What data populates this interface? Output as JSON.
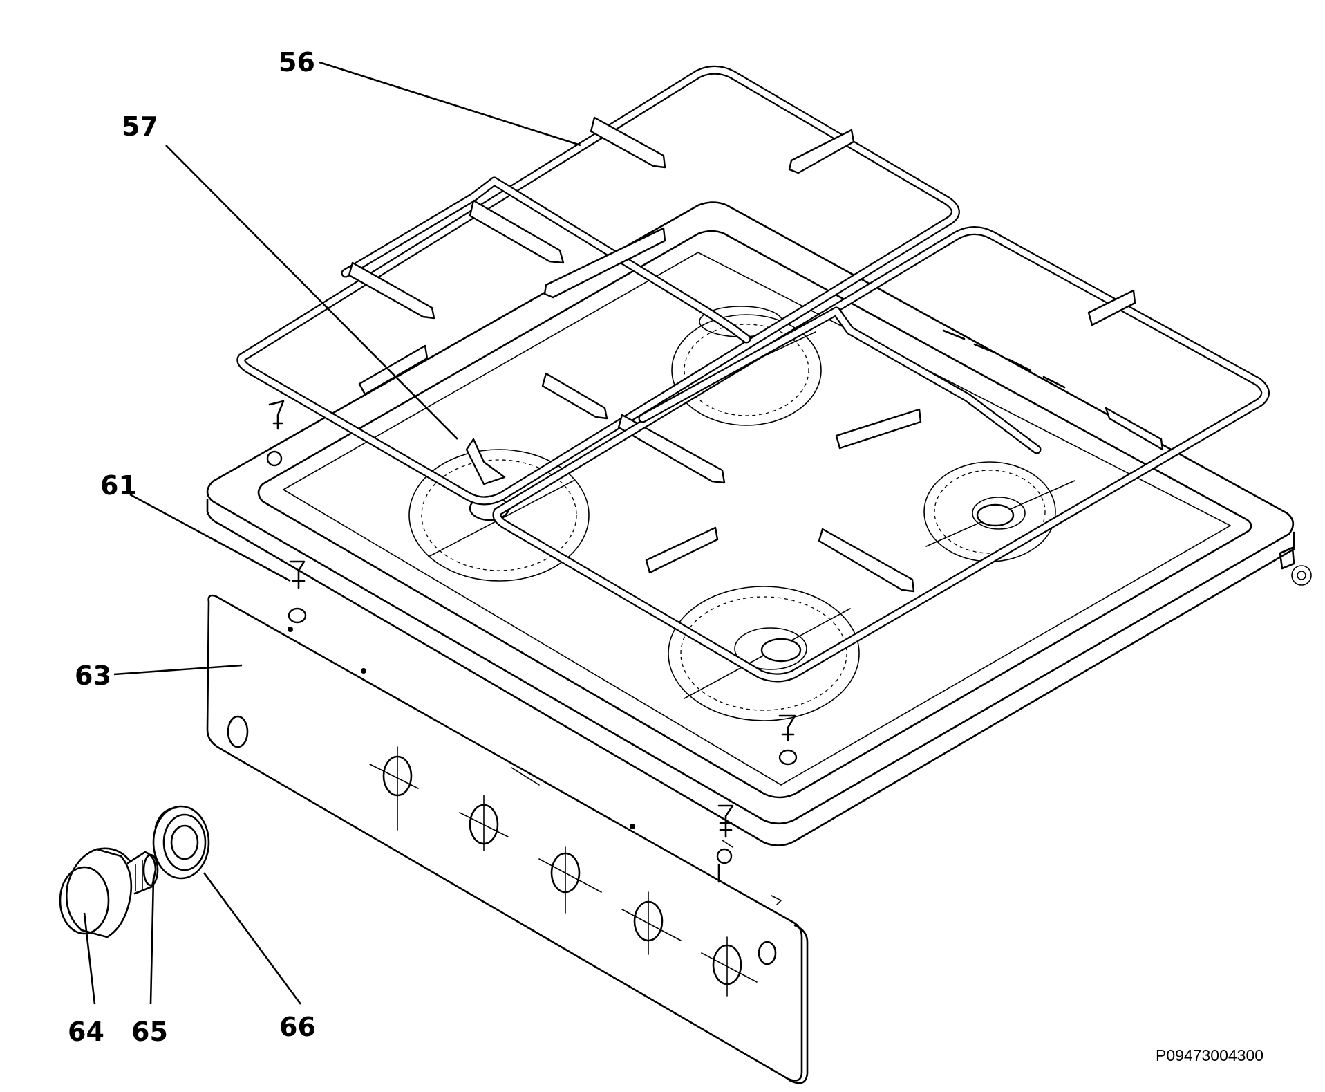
{
  "callouts": {
    "c56": "56",
    "c57": "57",
    "c61": "61",
    "c63": "63",
    "c64": "64",
    "c65": "65",
    "c66": "66"
  },
  "drawing_code": "P09473004300"
}
